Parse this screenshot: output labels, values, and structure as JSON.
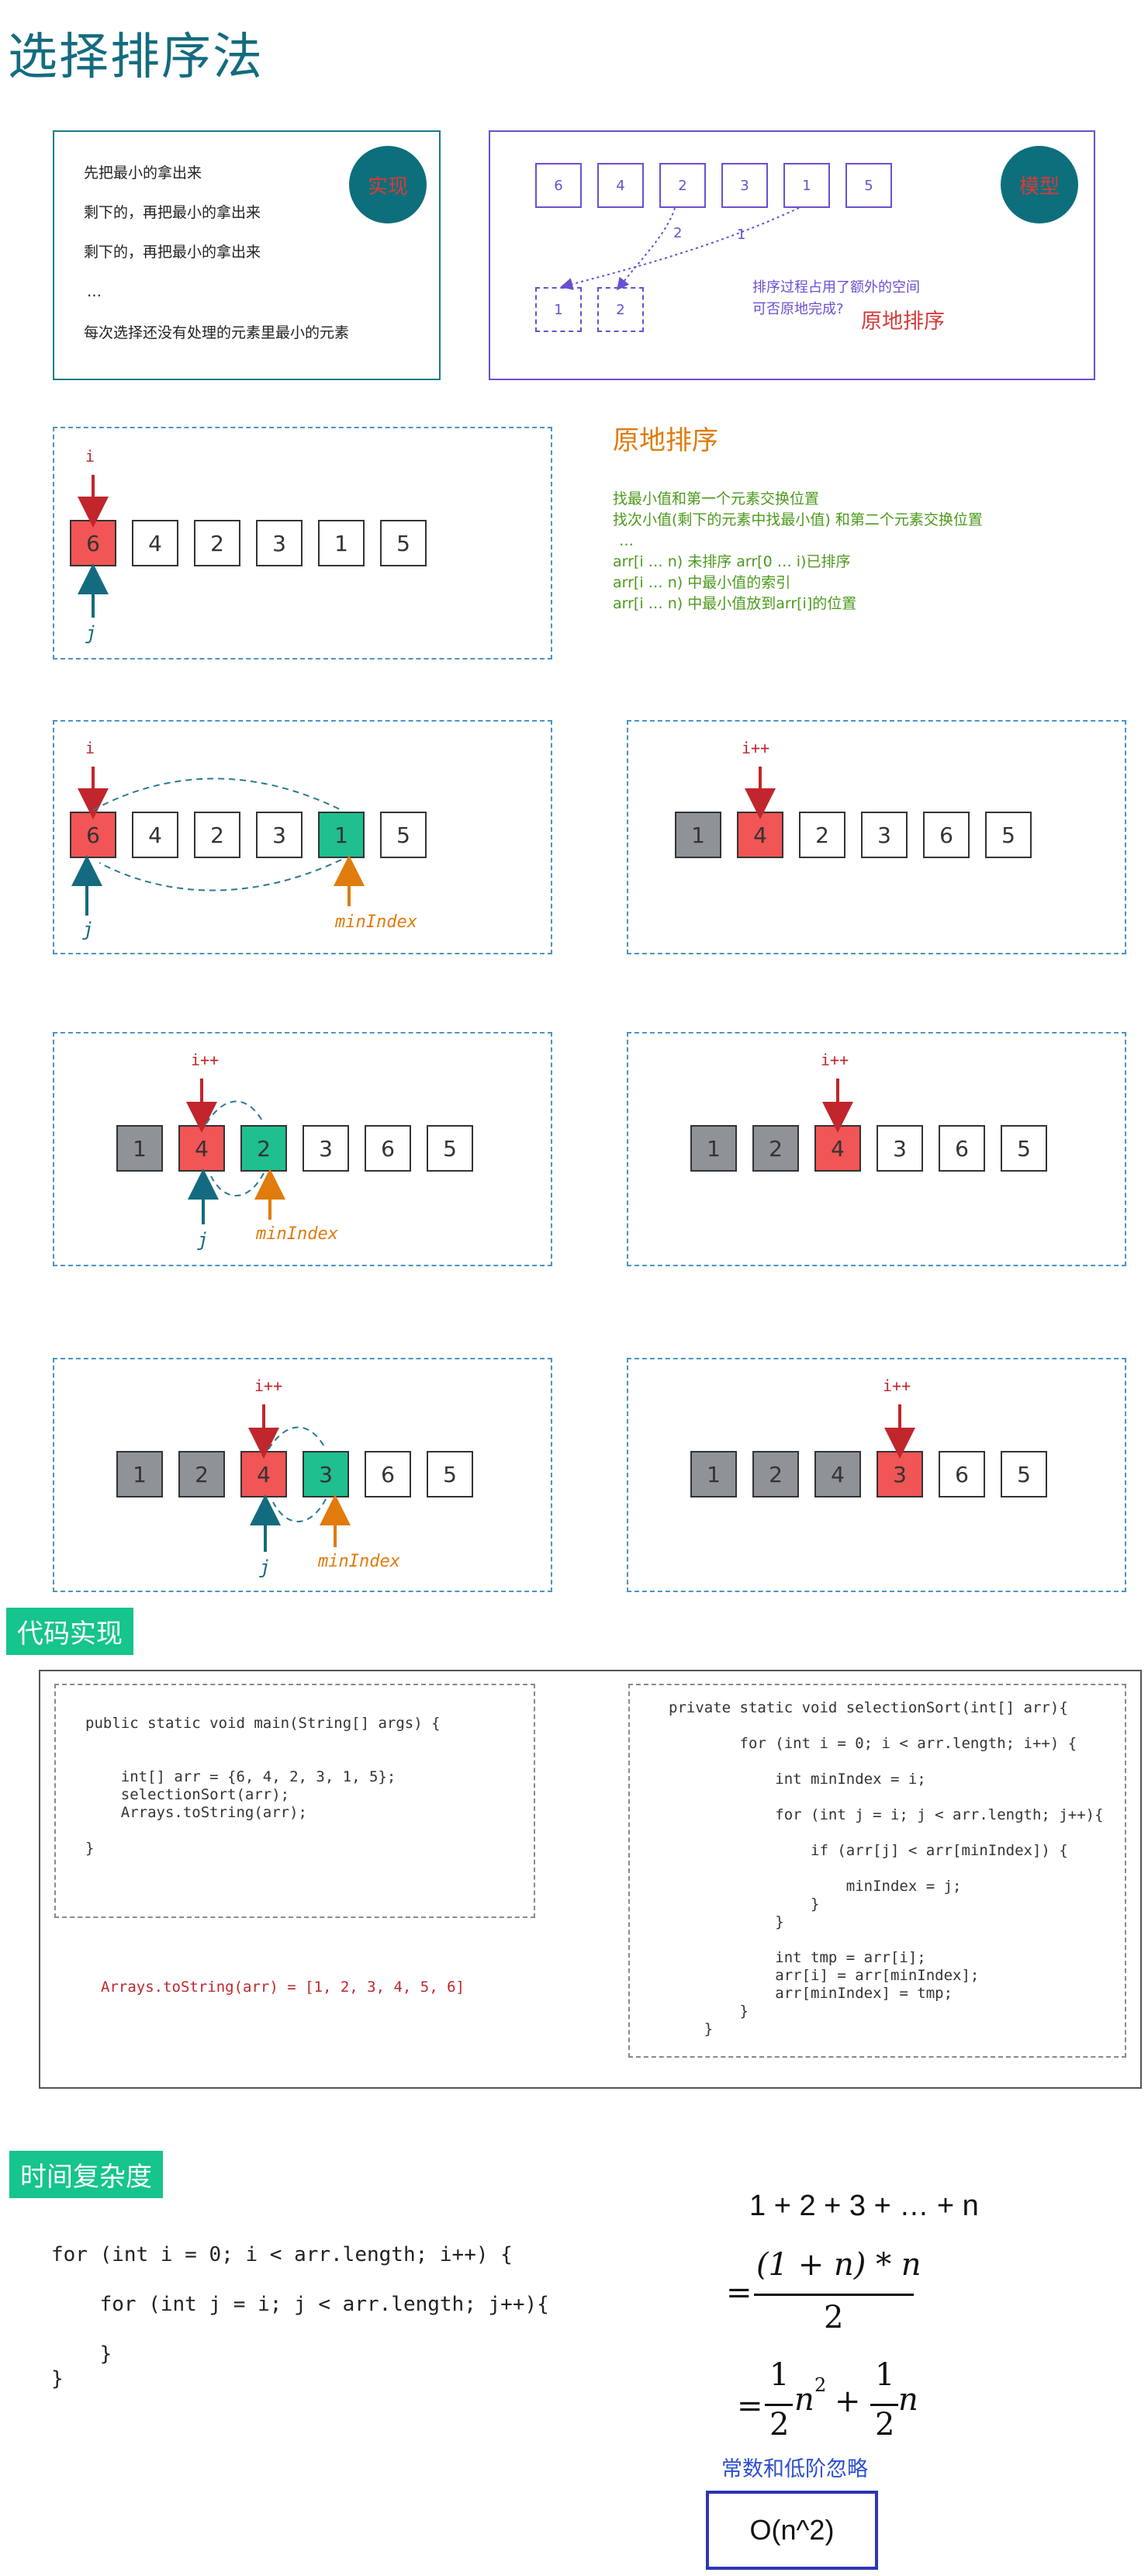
{
  "title": "选择排序法",
  "impl": {
    "badge": "实现",
    "lines": [
      "先把最小的拿出来",
      "剩下的，再把最小的拿出来",
      "剩下的，再把最小的拿出来",
      "…",
      "每次选择还没有处理的元素里最小的元素"
    ]
  },
  "model": {
    "badge": "模型",
    "array": [
      "6",
      "4",
      "2",
      "3",
      "1",
      "5"
    ],
    "extra": [
      "1",
      "2"
    ],
    "step2": "2",
    "step1": "1",
    "question1": "排序过程占用了额外的空间",
    "question2": "可否原地完成?",
    "answer": "原地排序"
  },
  "inplace": {
    "title": "原地排序",
    "notes": [
      "找最小值和第一个元素交换位置",
      "找次小值(剩下的元素中找最小值) 和第二个元素交换位置",
      "…",
      "arr[i … n) 未排序   arr[0 … i)已排序",
      "arr[i … n) 中最小值的索引",
      "arr[i … n) 中最小值放到arr[i]的位置"
    ]
  },
  "steps": {
    "s1": {
      "cells": [
        "6",
        "4",
        "2",
        "3",
        "1",
        "5"
      ],
      "i_label": "i",
      "j_label": "j"
    },
    "s2": {
      "cells": [
        "6",
        "4",
        "2",
        "3",
        "1",
        "5"
      ],
      "i_label": "i",
      "j_label": "j",
      "min_label": "minIndex"
    },
    "s3": {
      "cells": [
        "1",
        "4",
        "2",
        "3",
        "6",
        "5"
      ],
      "i_label": "i++"
    },
    "s4": {
      "cells": [
        "1",
        "4",
        "2",
        "3",
        "6",
        "5"
      ],
      "i_label": "i++",
      "j_label": "j",
      "min_label": "minIndex"
    },
    "s5": {
      "cells": [
        "1",
        "2",
        "4",
        "3",
        "6",
        "5"
      ],
      "i_label": "i++"
    },
    "s6": {
      "cells": [
        "1",
        "2",
        "4",
        "3",
        "6",
        "5"
      ],
      "i_label": "i++",
      "j_label": "j",
      "min_label": "minIndex"
    },
    "s7": {
      "cells": [
        "1",
        "2",
        "4",
        "3",
        "6",
        "5"
      ],
      "i_label": "i++"
    }
  },
  "code_section": {
    "tag": "代码实现",
    "main_code": "public static void main(String[] args) {\n\n\n    int[] arr = {6, 4, 2, 3, 1, 5};\n    selectionSort(arr);\n    Arrays.toString(arr);\n\n}",
    "result": "Arrays.toString(arr) = [1, 2, 3, 4, 5, 6]",
    "sort_code": "private static void selectionSort(int[] arr){\n\n        for (int i = 0; i < arr.length; i++) {\n\n            int minIndex = i;\n\n            for (int j = i; j < arr.length; j++){\n\n                if (arr[j] < arr[minIndex]) {\n\n                    minIndex = j;\n                }\n            }\n\n            int tmp = arr[i];\n            arr[i] = arr[minIndex];\n            arr[minIndex] = tmp;\n        }\n    }"
  },
  "complexity": {
    "tag": "时间复杂度",
    "code": "for (int i = 0; i < arr.length; i++) {\n\n    for (int j = i; j < arr.length; j++){\n\n    }\n}",
    "sum": "1 + 2 + 3 + … + n",
    "frac1_num": "(1 + n) * n",
    "frac1_den": "2",
    "eq": "=",
    "half": "1",
    "two": "2",
    "n": "n",
    "sq": "2",
    "plus": "+",
    "note": "常数和低阶忽略",
    "result": "O(n^2)"
  }
}
